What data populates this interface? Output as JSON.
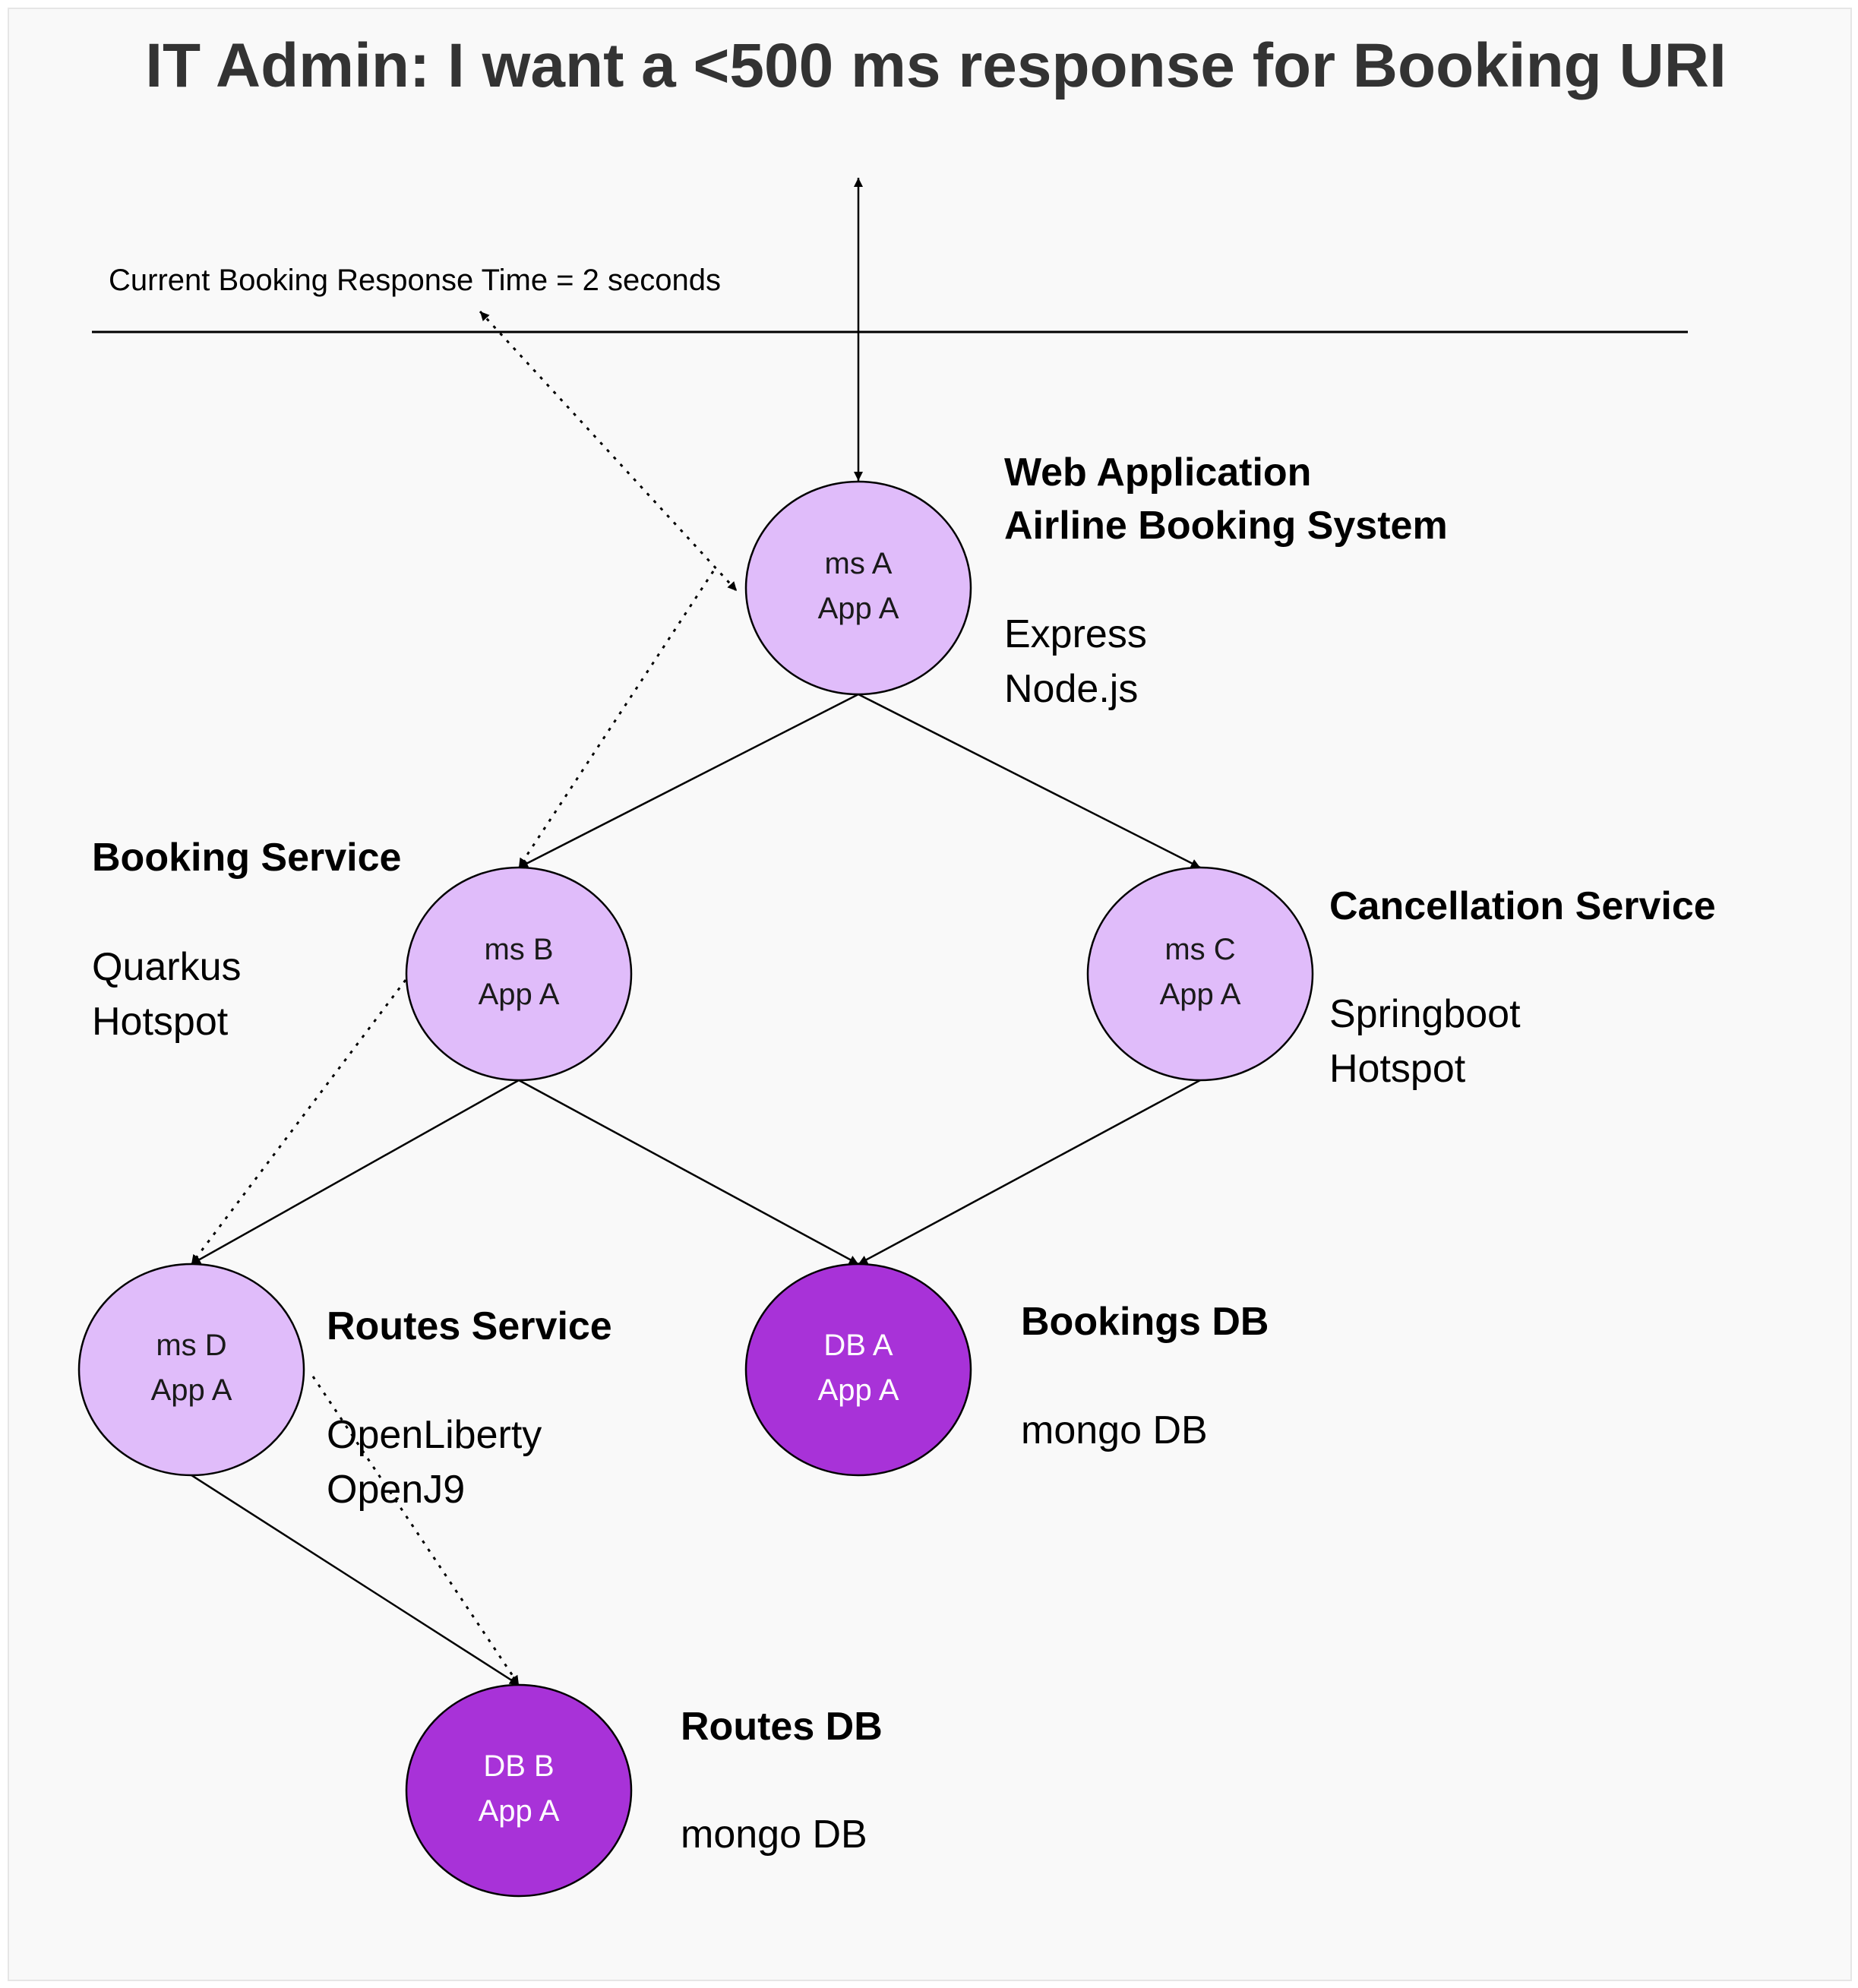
{
  "title": "IT Admin: I want a <500 ms response for Booking URI",
  "response_label": "Current Booking Response Time = 2 seconds",
  "colors": {
    "service_fill": "#e0bcfa",
    "db_fill": "#a832d8",
    "line": "#000000",
    "title_text": "#333333",
    "background": "#f9f9f9"
  },
  "nodes": {
    "ms_a": {
      "line1": "ms A",
      "line2": "App A"
    },
    "ms_b": {
      "line1": "ms B",
      "line2": "App A"
    },
    "ms_c": {
      "line1": "ms C",
      "line2": "App A"
    },
    "ms_d": {
      "line1": "ms D",
      "line2": "App A"
    },
    "db_a": {
      "line1": "DB A",
      "line2": "App A"
    },
    "db_b": {
      "line1": "DB B",
      "line2": "App A"
    }
  },
  "labels": {
    "web": {
      "title1": "Web Application",
      "title2": "Airline Booking System",
      "tech1": "Express",
      "tech2": "Node.js"
    },
    "booking": {
      "title": "Booking Service",
      "tech1": "Quarkus",
      "tech2": "Hotspot"
    },
    "cancellation": {
      "title": "Cancellation Service",
      "tech1": "Springboot",
      "tech2": "Hotspot"
    },
    "routes": {
      "title": "Routes Service",
      "tech1": "OpenLiberty",
      "tech2": "OpenJ9"
    },
    "bookings_db": {
      "title": "Bookings DB",
      "tech1": "mongo DB"
    },
    "routes_db": {
      "title": "Routes DB",
      "tech1": "mongo DB"
    }
  }
}
